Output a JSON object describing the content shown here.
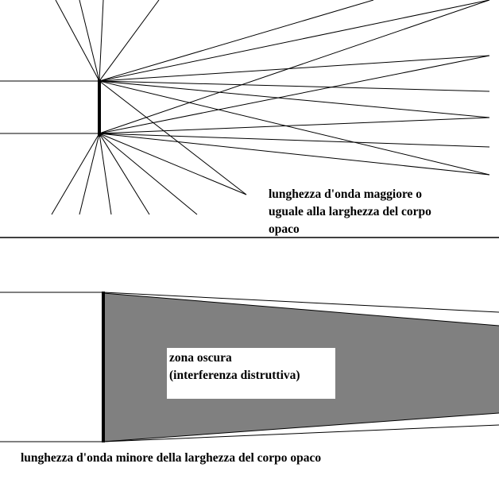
{
  "top_panel": {
    "caption_lines": [
      "lunghezza d'onda maggiore o",
      "uguale alla larghezza del corpo",
      "opaco"
    ]
  },
  "bottom_panel": {
    "dark_zone_lines": [
      "zona oscura",
      "(interferenza distruttiva)"
    ],
    "caption": "lunghezza d'onda minore della larghezza del corpo opaco"
  },
  "colors": {
    "line": "#000000",
    "shadow_fill": "#808080",
    "background": "#ffffff"
  }
}
